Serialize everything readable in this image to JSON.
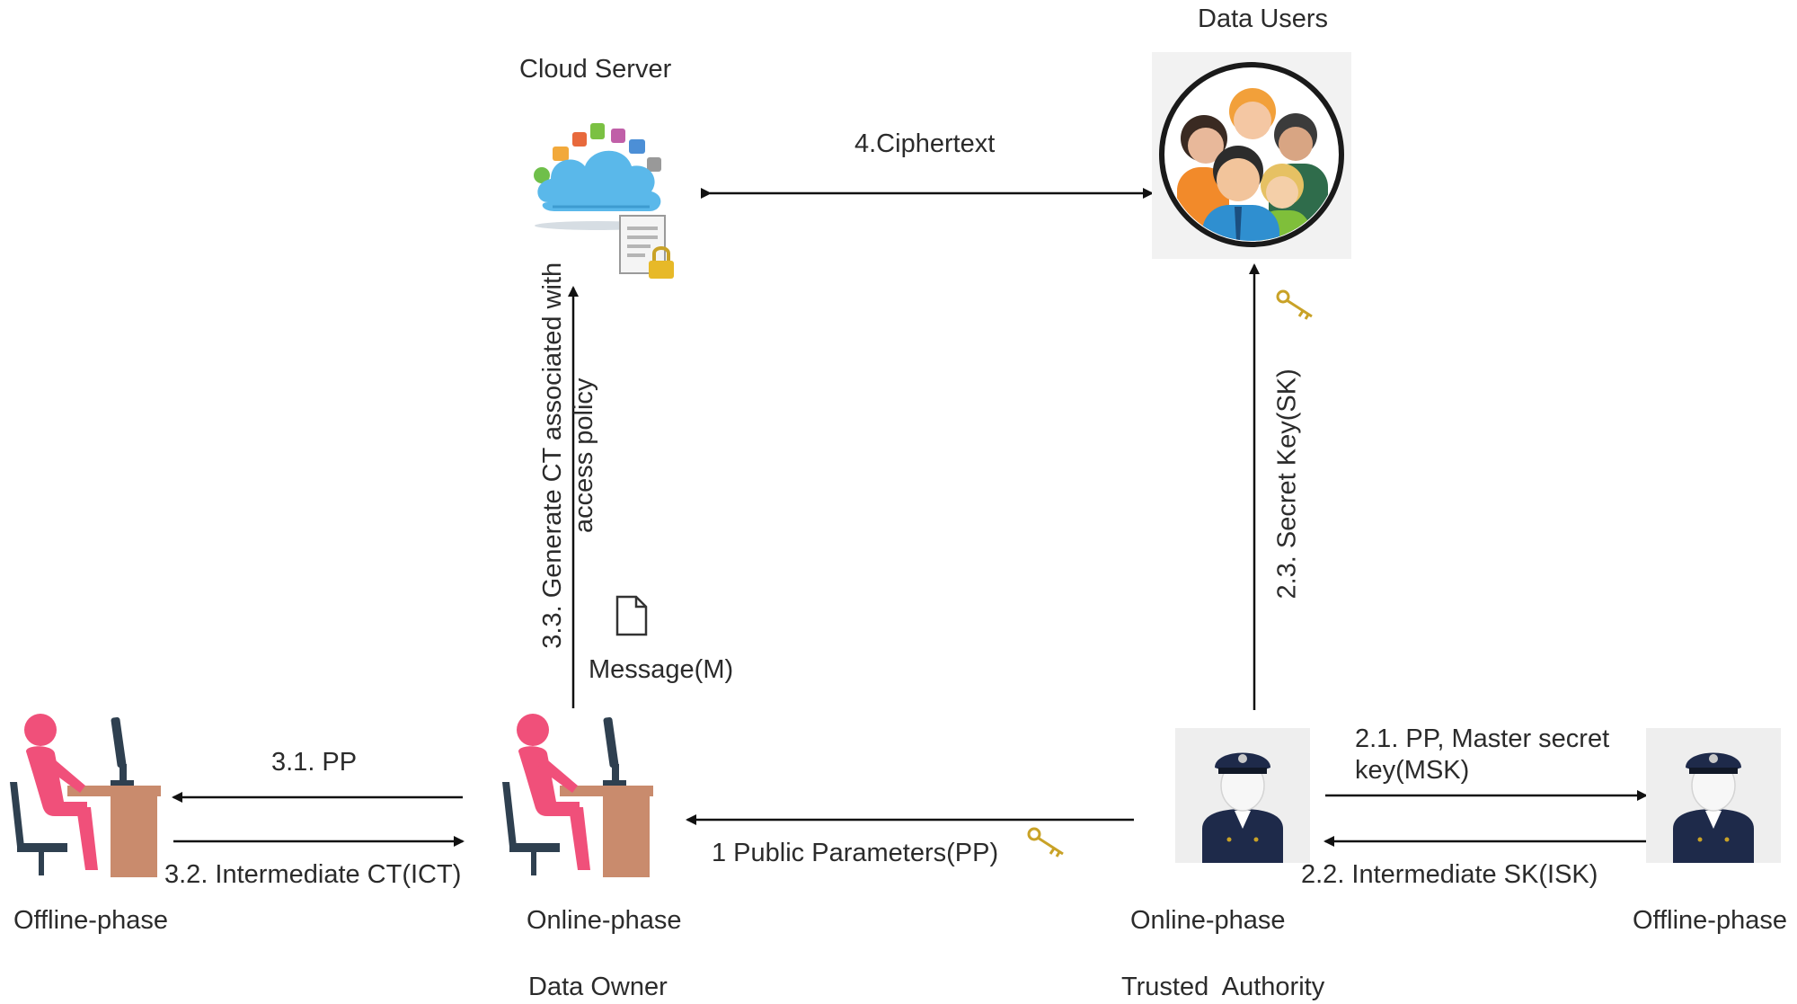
{
  "nodes": {
    "cloud_server": "Cloud Server",
    "data_users": "Data Users",
    "owner_offline": "Offline-phase",
    "owner_online": "Online-phase",
    "data_owner": "Data Owner",
    "ta_online": "Online-phase",
    "ta_offline": "Offline-phase",
    "trusted_authority": "Trusted  Authority"
  },
  "edges": {
    "ciphertext": "4.Ciphertext",
    "generate_ct_line1": "3.3. Generate CT associated with",
    "generate_ct_line2": "access policy",
    "message": "Message(M)",
    "secret_key": "2.3. Secret Key(SK)",
    "pp": "3.1. PP",
    "intermediate_ct": "3.2. Intermediate CT(ICT)",
    "public_parameters": "1 Public Parameters(PP)",
    "pp_msk_line1": "2.1. PP, Master secret",
    "pp_msk_line2": "key(MSK)",
    "intermediate_sk": "2.2. Intermediate SK(ISK)"
  },
  "icons": [
    "cloud-server-icon",
    "locked-document-icon",
    "data-users-group-icon",
    "key-icon",
    "document-icon",
    "person-at-computer-icon",
    "police-officer-icon"
  ],
  "colors": {
    "person_pink": "#f0507a",
    "desk_brown": "#c98b6d",
    "monitor_dark": "#2f4050",
    "officer_navy": "#1e2a4a",
    "cloud_blue": "#5ab8ea",
    "arrow_black": "#111111"
  }
}
